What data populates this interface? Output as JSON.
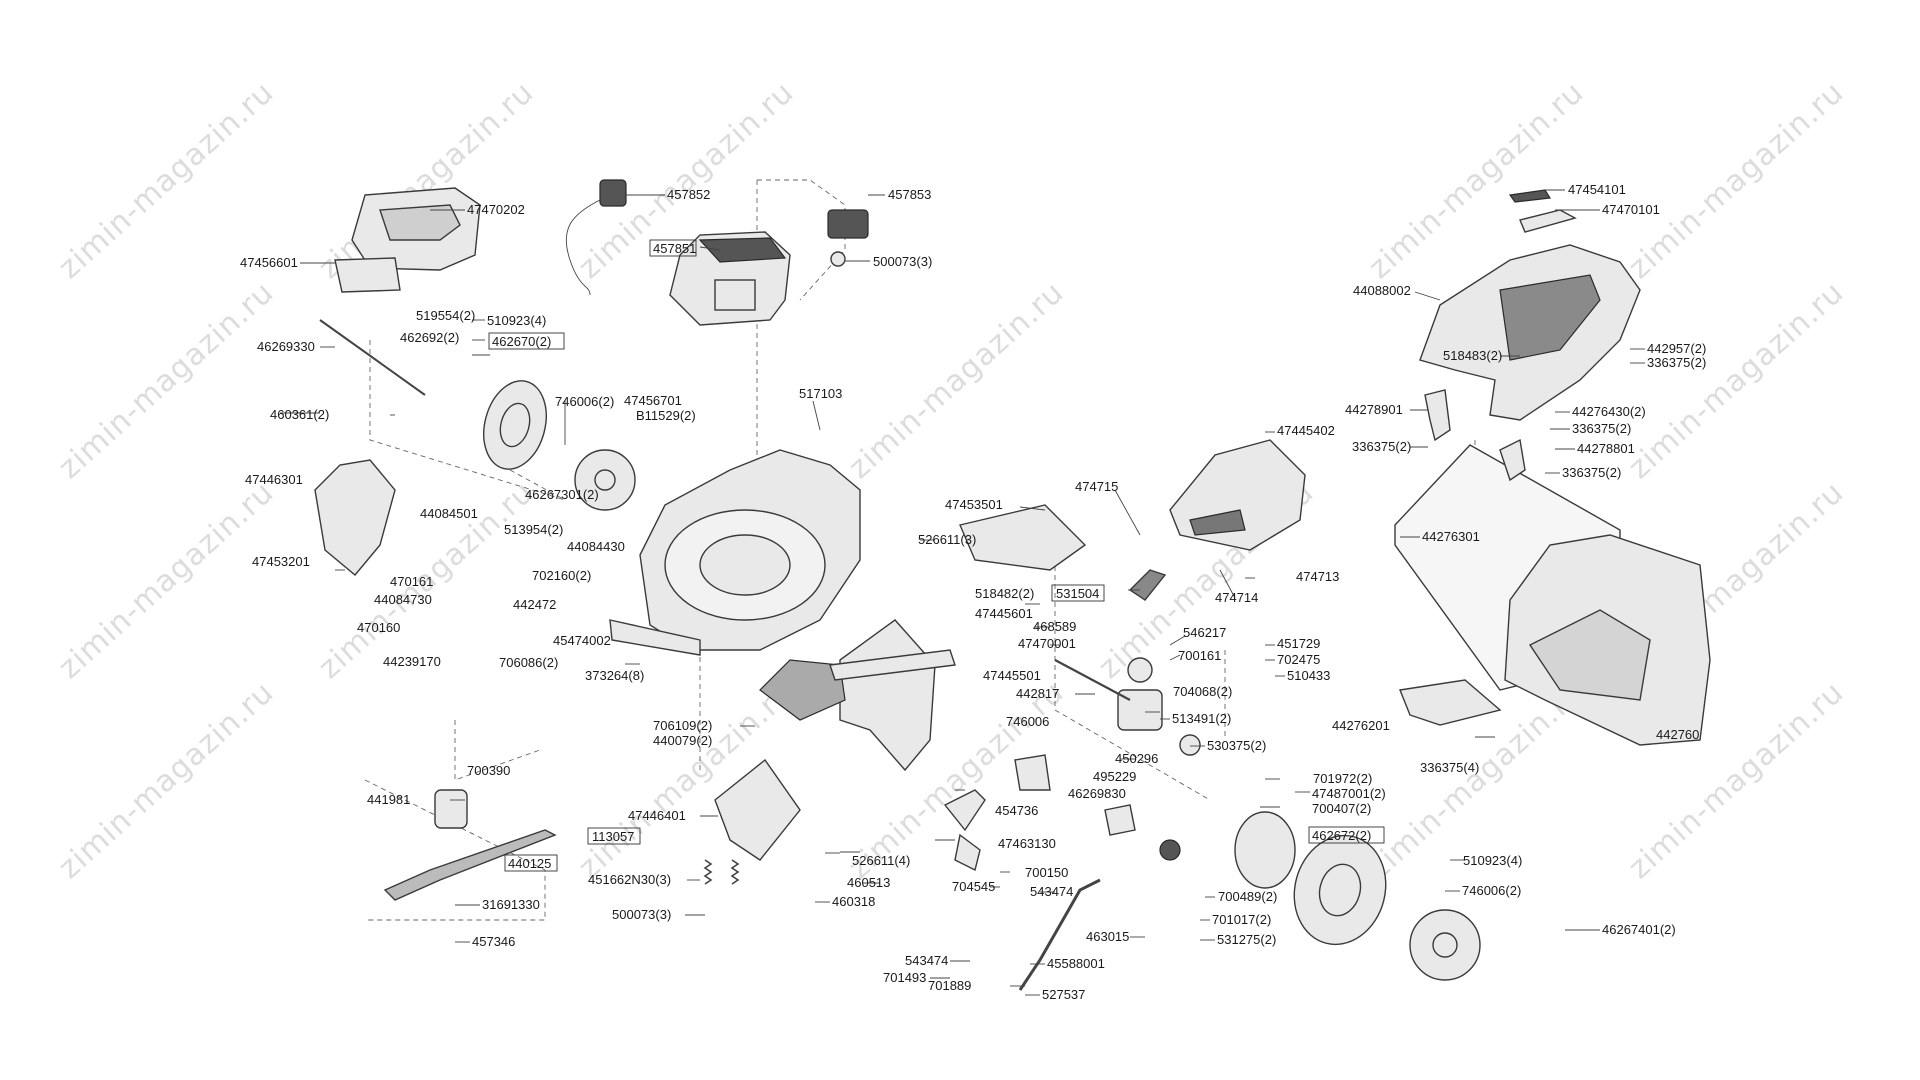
{
  "watermark": "zimin-magazin.ru",
  "labels": {
    "p47470202": "47470202",
    "p47456601": "47456601",
    "p457852": "457852",
    "p457851": "457851",
    "p457853": "457853",
    "p500073_3a": "500073(3)",
    "p47454101": "47454101",
    "p47470101": "47470101",
    "p44088002": "44088002",
    "p519554_2": "519554(2)",
    "p510923_4a": "510923(4)",
    "p462692_2": "462692(2)",
    "p462670_2": "462670(2)",
    "p46269330": "46269330",
    "p442957_2": "442957(2)",
    "p336375_2a": "336375(2)",
    "p518483_2": "518483(2)",
    "p460361_2": "460361(2)",
    "p746006_2a": "746006(2)",
    "p47456701": "47456701",
    "pB11529_2": "B11529(2)",
    "p517103": "517103",
    "p44278901": "44278901",
    "p44276430_2": "44276430(2)",
    "p336375_2b": "336375(2)",
    "p47445402": "47445402",
    "p336375_2c": "336375(2)",
    "p44278801": "44278801",
    "p47446301": "47446301",
    "p46267301_2": "46267301(2)",
    "p474715": "474715",
    "p336375_2d": "336375(2)",
    "p47453501": "47453501",
    "p44084501": "44084501",
    "p513954_2": "513954(2)",
    "p44084430": "44084430",
    "p526611_3": "526611(3)",
    "p44276301": "44276301",
    "p47453201": "47453201",
    "p702160_2": "702160(2)",
    "p470161": "470161",
    "p474713": "474713",
    "p44084730": "44084730",
    "p442472": "442472",
    "p531504": "531504",
    "p474714": "474714",
    "p518482_2": "518482(2)",
    "p47445601": "47445601",
    "p470160": "470160",
    "p468589": "468589",
    "p45474002": "45474002",
    "p47470001": "47470001",
    "p546217": "546217",
    "p451729": "451729",
    "p44239170": "44239170",
    "p706086_2": "706086(2)",
    "p700161": "700161",
    "p702475": "702475",
    "p373264_8": "373264(8)",
    "p47445501": "47445501",
    "p510433": "510433",
    "p442817": "442817",
    "p704068_2": "704068(2)",
    "p513491_2": "513491(2)",
    "p44276201": "44276201",
    "p706109_2": "706109(2)",
    "p746006": "746006",
    "p440079_2": "440079(2)",
    "p442760": "442760",
    "p530375_2": "530375(2)",
    "p450296": "450296",
    "p336375_4": "336375(4)",
    "p700390": "700390",
    "p495229": "495229",
    "p46269830": "46269830",
    "p701972_2": "701972(2)",
    "p47487001_2": "47487001(2)",
    "p441981": "441981",
    "p700407_2": "700407(2)",
    "p454736": "454736",
    "p47446401": "47446401",
    "p113057": "113057",
    "p462672_2": "462672(2)",
    "p47463130": "47463130",
    "p440125": "440125",
    "p526611_4": "526611(4)",
    "p510923_4b": "510923(4)",
    "p700150": "700150",
    "p451662N30_3": "451662N30(3)",
    "p460513": "460513",
    "p704545": "704545",
    "p543474a": "543474",
    "p700489_2": "700489(2)",
    "p746006_2b": "746006(2)",
    "p31691330": "31691330",
    "p460318": "460318",
    "p500073_3b": "500073(3)",
    "p701017_2": "701017(2)",
    "p46267401_2": "46267401(2)",
    "p463015": "463015",
    "p531275_2": "531275(2)",
    "p457346": "457346",
    "p543474b": "543474",
    "p45588001": "45588001",
    "p701493": "701493",
    "p701889": "701889",
    "p527537": "527537"
  }
}
